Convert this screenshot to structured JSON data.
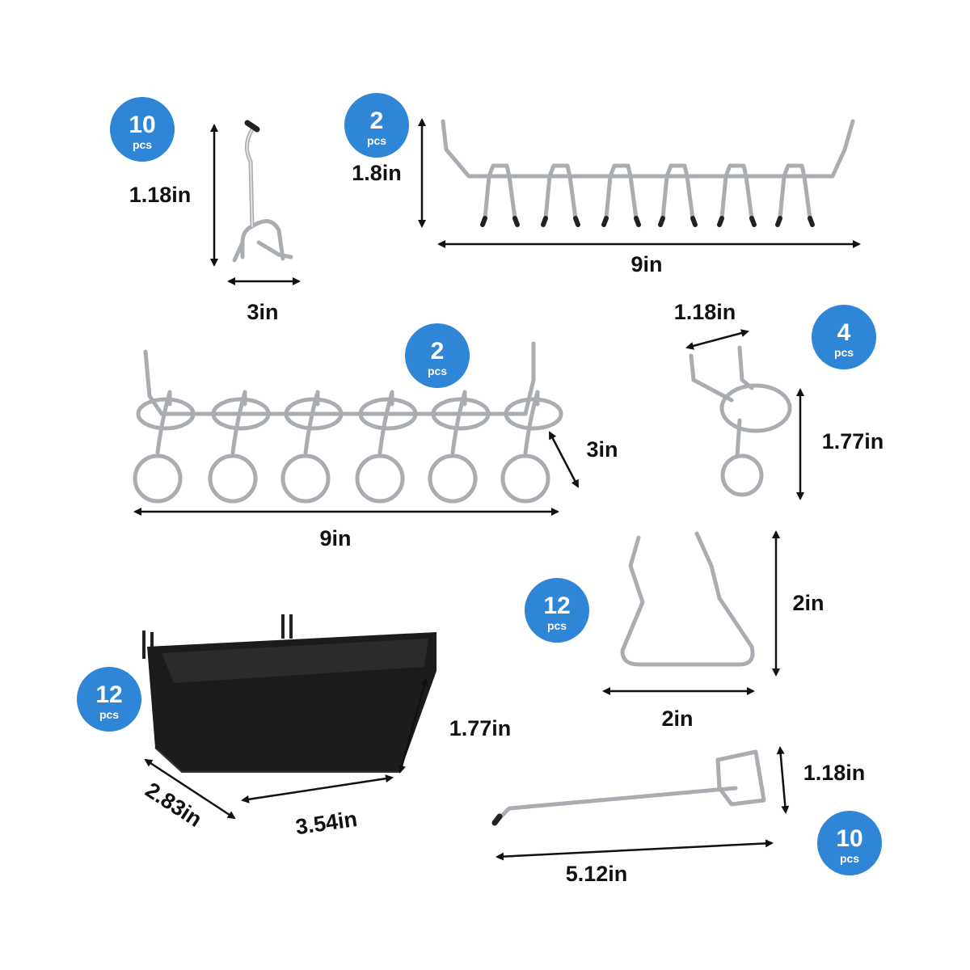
{
  "colors": {
    "badge": "#2f86d6",
    "wire": "#a9adb2",
    "bin": "#1c1c1c"
  },
  "badges": [
    {
      "count": "10",
      "unit": "pcs"
    },
    {
      "count": "2",
      "unit": "pcs"
    },
    {
      "count": "2",
      "unit": "pcs"
    },
    {
      "count": "4",
      "unit": "pcs"
    },
    {
      "count": "12",
      "unit": "pcs"
    },
    {
      "count": "12",
      "unit": "pcs"
    },
    {
      "count": "10",
      "unit": "pcs"
    }
  ],
  "dimensions": {
    "single_hook_height": "1.18in",
    "single_hook_width": "3in",
    "screwdriver_rack_height": "1.8in",
    "screwdriver_rack_width": "9in",
    "ring_rack_depth": "3in",
    "ring_rack_width": "9in",
    "ring_hook_width": "1.18in",
    "ring_hook_height": "1.77in",
    "loop_hook_height": "2in",
    "loop_hook_width": "2in",
    "bin_height": "1.77in",
    "bin_depth": "2.83in",
    "bin_width": "3.54in",
    "long_hook_height": "1.18in",
    "long_hook_length": "5.12in"
  }
}
